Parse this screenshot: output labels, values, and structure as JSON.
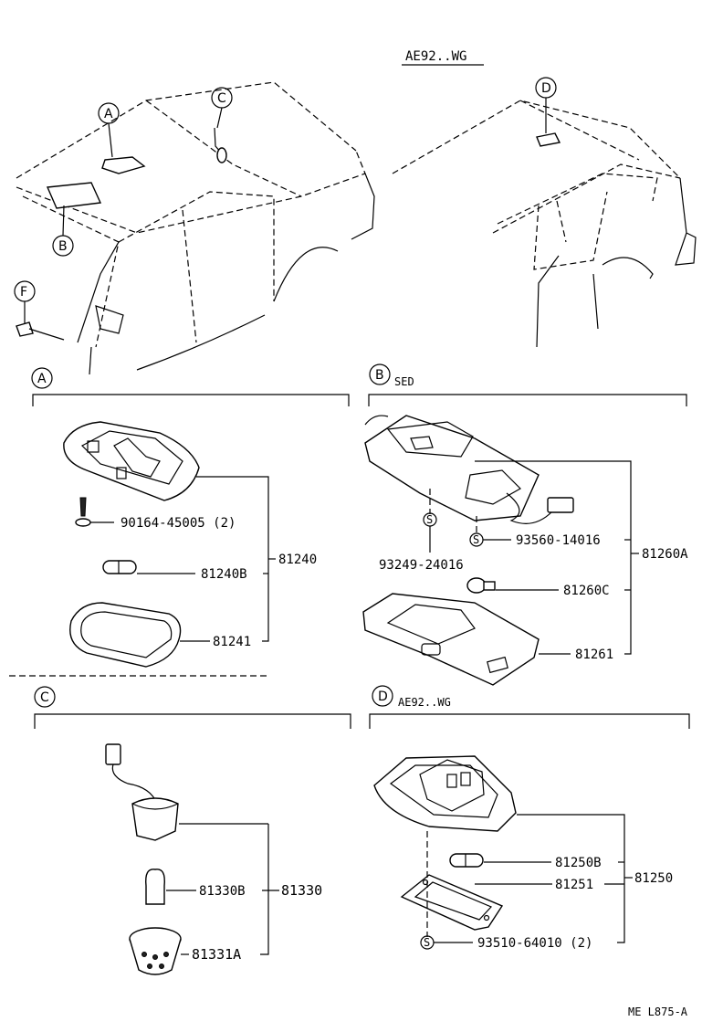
{
  "header": {
    "model": "AE92..WG"
  },
  "callouts": {
    "a": "A",
    "b": "B",
    "c": "C",
    "d": "D",
    "f": "F",
    "s": "S"
  },
  "section_a": {
    "label": "A",
    "parts": {
      "screw": "90164-45005 (2)",
      "bulb": "81240B",
      "lens": "81241",
      "assembly": "81240"
    }
  },
  "section_b": {
    "label": "B",
    "variant": "SED",
    "parts": {
      "screw_left": "93249-24016",
      "screw_right": "93560-14016",
      "assembly": "81260A",
      "bulb": "81260C",
      "lens": "81261"
    }
  },
  "section_c": {
    "label": "C",
    "parts": {
      "bulb": "81330B",
      "assembly": "81330",
      "socket": "81331A"
    }
  },
  "section_d": {
    "label": "D",
    "variant": "AE92..WG",
    "parts": {
      "bulb": "81250B",
      "lens": "81251",
      "assembly": "81250",
      "screw": "93510-64010 (2)"
    }
  },
  "footer": {
    "code": "ME  L875-A"
  }
}
